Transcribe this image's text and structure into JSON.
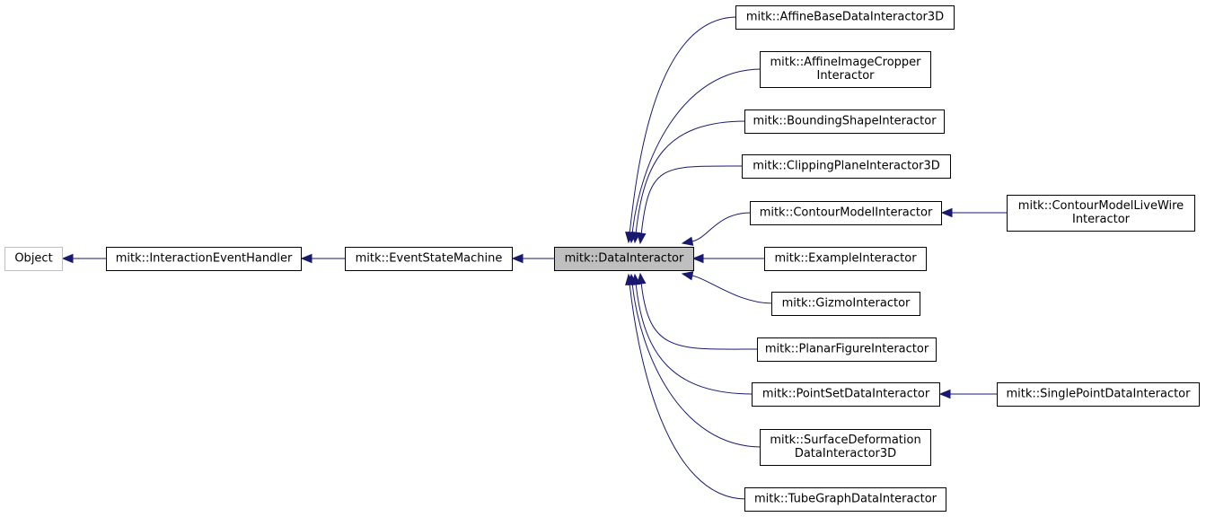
{
  "nodes": {
    "object": {
      "lines": [
        "Object"
      ]
    },
    "interaction_event_handler": {
      "lines": [
        "mitk::InteractionEventHandler"
      ]
    },
    "event_state_machine": {
      "lines": [
        "mitk::EventStateMachine"
      ]
    },
    "data_interactor": {
      "lines": [
        "mitk::DataInteractor"
      ]
    },
    "affine_base": {
      "lines": [
        "mitk::AffineBaseDataInteractor3D"
      ]
    },
    "affine_cropper": {
      "lines": [
        "mitk::AffineImageCropper",
        "Interactor"
      ]
    },
    "bounding_shape": {
      "lines": [
        "mitk::BoundingShapeInteractor"
      ]
    },
    "clipping_plane": {
      "lines": [
        "mitk::ClippingPlaneInteractor3D"
      ]
    },
    "contour_model": {
      "lines": [
        "mitk::ContourModelInteractor"
      ]
    },
    "example": {
      "lines": [
        "mitk::ExampleInteractor"
      ]
    },
    "gizmo": {
      "lines": [
        "mitk::GizmoInteractor"
      ]
    },
    "planar_figure": {
      "lines": [
        "mitk::PlanarFigureInteractor"
      ]
    },
    "point_set": {
      "lines": [
        "mitk::PointSetDataInteractor"
      ]
    },
    "surface_deformation": {
      "lines": [
        "mitk::SurfaceDeformation",
        "DataInteractor3D"
      ]
    },
    "tube_graph": {
      "lines": [
        "mitk::TubeGraphDataInteractor"
      ]
    },
    "contour_livewire": {
      "lines": [
        "mitk::ContourModelLiveWire",
        "Interactor"
      ]
    },
    "single_point": {
      "lines": [
        "mitk::SinglePointDataInteractor"
      ]
    }
  },
  "edges": [
    {
      "child": "interaction_event_handler",
      "parent": "object"
    },
    {
      "child": "event_state_machine",
      "parent": "interaction_event_handler"
    },
    {
      "child": "data_interactor",
      "parent": "event_state_machine"
    },
    {
      "child": "affine_base",
      "parent": "data_interactor"
    },
    {
      "child": "affine_cropper",
      "parent": "data_interactor"
    },
    {
      "child": "bounding_shape",
      "parent": "data_interactor"
    },
    {
      "child": "clipping_plane",
      "parent": "data_interactor"
    },
    {
      "child": "contour_model",
      "parent": "data_interactor"
    },
    {
      "child": "example",
      "parent": "data_interactor"
    },
    {
      "child": "gizmo",
      "parent": "data_interactor"
    },
    {
      "child": "planar_figure",
      "parent": "data_interactor"
    },
    {
      "child": "point_set",
      "parent": "data_interactor"
    },
    {
      "child": "surface_deformation",
      "parent": "data_interactor"
    },
    {
      "child": "tube_graph",
      "parent": "data_interactor"
    },
    {
      "child": "contour_livewire",
      "parent": "contour_model"
    },
    {
      "child": "single_point",
      "parent": "point_set"
    }
  ],
  "colors": {
    "edge": "#191970",
    "node_border": "#000000",
    "object_border": "#bfbfbf",
    "highlight_fill": "#bfbfbf"
  }
}
